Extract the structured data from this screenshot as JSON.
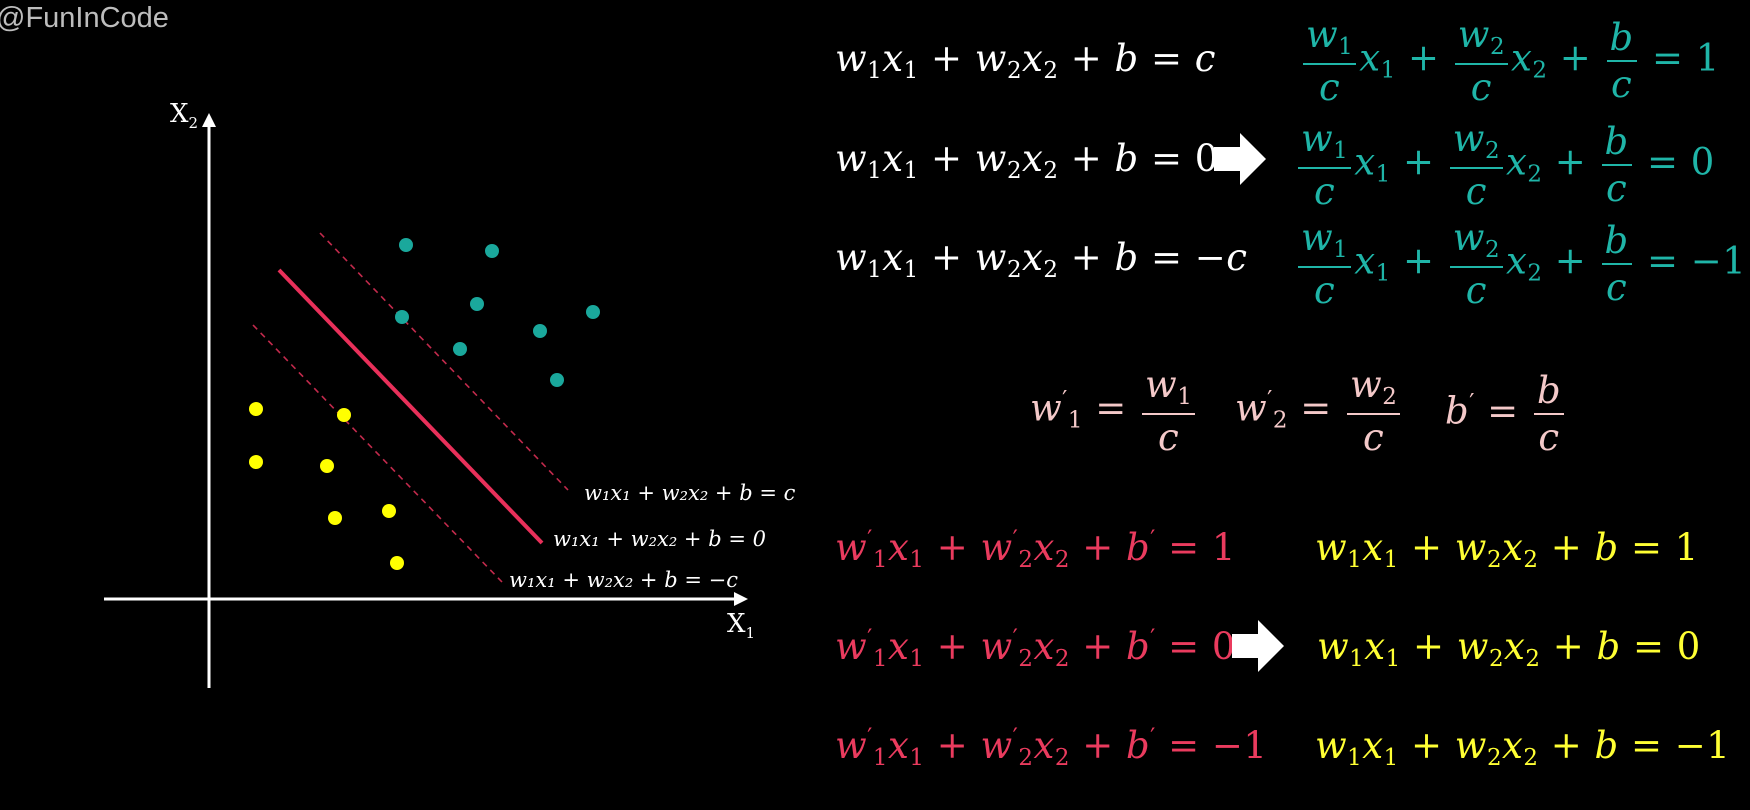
{
  "watermark": "@FunInCode",
  "axes": {
    "y_label": "X",
    "y_sub": "2",
    "x_label": "X",
    "x_sub": "1"
  },
  "line_labels": {
    "upper": "w₁x₁ + w₂x₂ + b = c",
    "middle": "w₁x₁ + w₂x₂ + b = 0",
    "lower": "w₁x₁ + w₂x₂ + b = −c"
  },
  "colors": {
    "background": "#000000",
    "teal_points": "#1aa89c",
    "yellow_points": "#ffff00",
    "decision_line": "#e8305a",
    "margin_lines": "#c22a4c",
    "axes": "#ffffff"
  },
  "rhs": {
    "white_eq": [
      "c",
      "0",
      "−c"
    ],
    "teal_eq": [
      "1",
      "0",
      "−1"
    ],
    "red_eq": [
      "1",
      "0",
      "−1"
    ],
    "yellow_eq": [
      "1",
      "0",
      "−1"
    ]
  },
  "icons": [
    "right-arrow-icon",
    "right-arrow-icon"
  ]
}
